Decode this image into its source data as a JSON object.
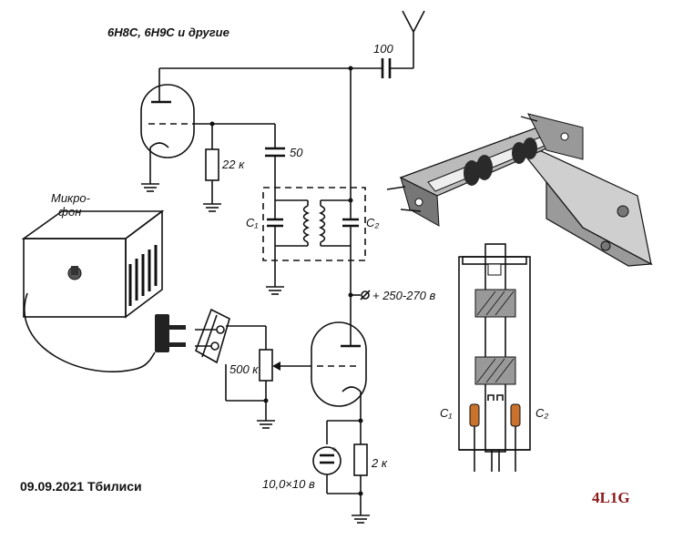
{
  "labels": {
    "tubes": "6Н8С, 6Н9С и другие",
    "c_coupling": "100",
    "r_grid": "22 к",
    "c_grid": "50",
    "c1": "C₁",
    "c2": "C₂",
    "microphone": "Микро-\nфон",
    "supply": "+ 250-270 в",
    "pot": "500 к",
    "r_cathode": "2 к",
    "c_cathode": "10,0×10 в",
    "c1_detail": "C₁",
    "c2_detail": "C₂",
    "date_place": "09.09.2021 Тбилиси",
    "signature": "4L1G"
  },
  "colors": {
    "line": "#111111",
    "signature": "#8b1a1a",
    "capacitor_detail": "#c9722c"
  }
}
